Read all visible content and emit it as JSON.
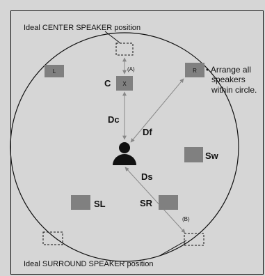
{
  "labels": {
    "ideal_center": "Ideal CENTER SPEAKER position",
    "ideal_surround": "Ideal SURROUND SPEAKER position",
    "arrange_note": [
      "• Arrange all",
      "speakers",
      "within circle."
    ],
    "marker_a": "(A)",
    "marker_b": "(B)"
  },
  "speakers": {
    "left": "L",
    "right": "R",
    "center_label": "C",
    "center_box": "X",
    "subwoofer": "Sw",
    "surround_left": "SL",
    "surround_right": "SR"
  },
  "distances": {
    "center": "Dc",
    "front": "Df",
    "surround": "Ds"
  },
  "colors": {
    "background": "#d6d6d6",
    "speaker": "#808080",
    "line": "#111111",
    "arrow": "#888888"
  }
}
